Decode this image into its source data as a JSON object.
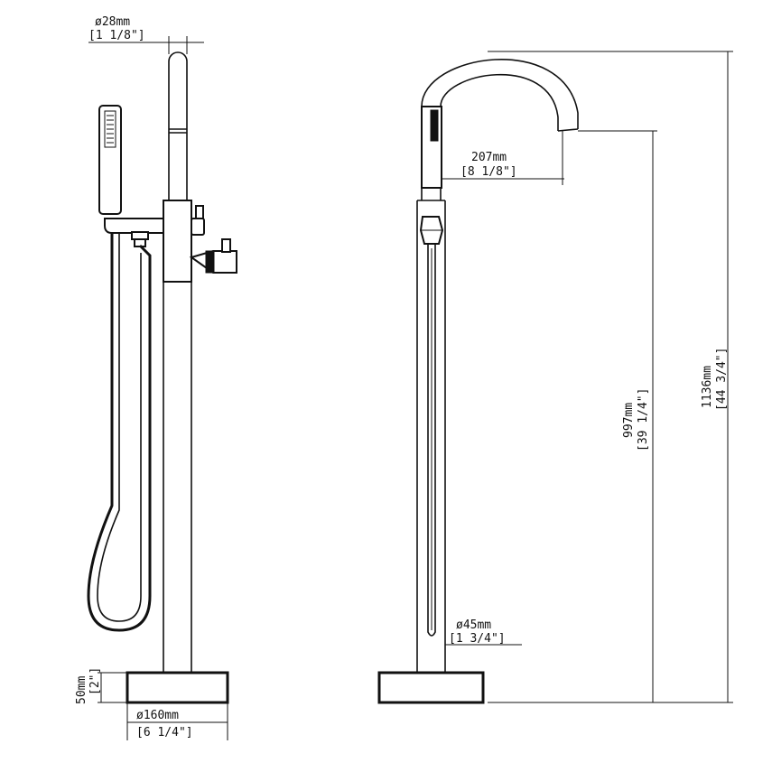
{
  "dimensions": {
    "spout_diameter": {
      "mm": "ø28mm",
      "inch": "[1 1/8\"]"
    },
    "spout_reach": {
      "mm": "207mm",
      "inch": "[8 1/8\"]"
    },
    "total_height": {
      "mm": "1136mm",
      "inch": "[44 3/4\"]"
    },
    "spout_height": {
      "mm": "997mm",
      "inch": "[39 1/4\"]"
    },
    "column_diameter": {
      "mm": "ø45mm",
      "inch": "[1 3/4\"]"
    },
    "base_height": {
      "mm": "50mm",
      "inch": "[2\"]"
    },
    "base_diameter": {
      "mm": "ø160mm",
      "inch": "[6 1/4\"]"
    }
  },
  "colors": {
    "line": "#111111",
    "background": "#ffffff"
  }
}
